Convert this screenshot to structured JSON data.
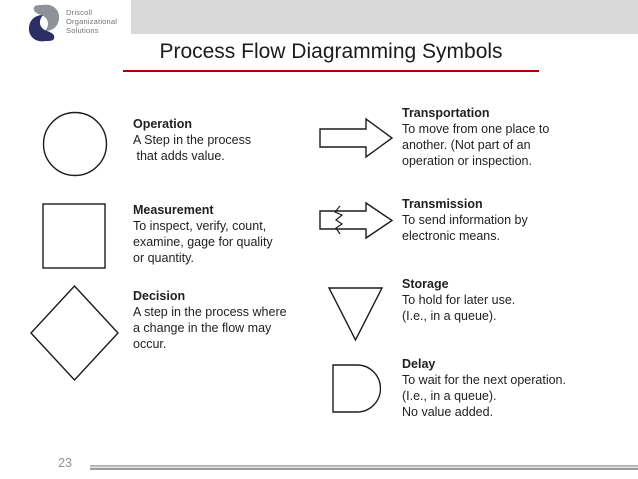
{
  "slide": {
    "title": "Process Flow Diagramming Symbols",
    "page_number": "23"
  },
  "logo": {
    "lines": [
      "Driscoll",
      "Organizational",
      "Solutions"
    ]
  },
  "colors": {
    "accent_red": "#b00000",
    "top_bar_gray": "#d9d9d9",
    "logo_navy": "#2b2f66",
    "logo_gray": "#8f9397",
    "shape_stroke": "#1c1c1c",
    "footer_gray": "#8d9296"
  },
  "symbols": [
    {
      "label": "Operation",
      "shape": "circle",
      "lines": [
        "A Step in the process",
        " that adds value."
      ]
    },
    {
      "label": "Measurement",
      "shape": "square",
      "lines": [
        "To inspect, verify, count,",
        "examine, gage for quality",
        "or quantity."
      ]
    },
    {
      "label": "Decision",
      "shape": "diamond",
      "lines": [
        "A step in the process where",
        "a change in the flow may",
        "occur."
      ]
    },
    {
      "label": "Transportation",
      "shape": "block-arrow",
      "lines": [
        "To move from one place to",
        "another. (Not part of an",
        "operation or inspection."
      ]
    },
    {
      "label": "Transmission",
      "shape": "block-arrow-zigzag",
      "lines": [
        "To send information by",
        "electronic means."
      ]
    },
    {
      "label": "Storage",
      "shape": "inverted-triangle",
      "lines": [
        "To hold for later use.",
        "(I.e., in a queue)."
      ]
    },
    {
      "label": "Delay",
      "shape": "half-round",
      "lines": [
        "To wait for the next operation.",
        "(I.e., in a queue).",
        "No value added."
      ]
    }
  ]
}
